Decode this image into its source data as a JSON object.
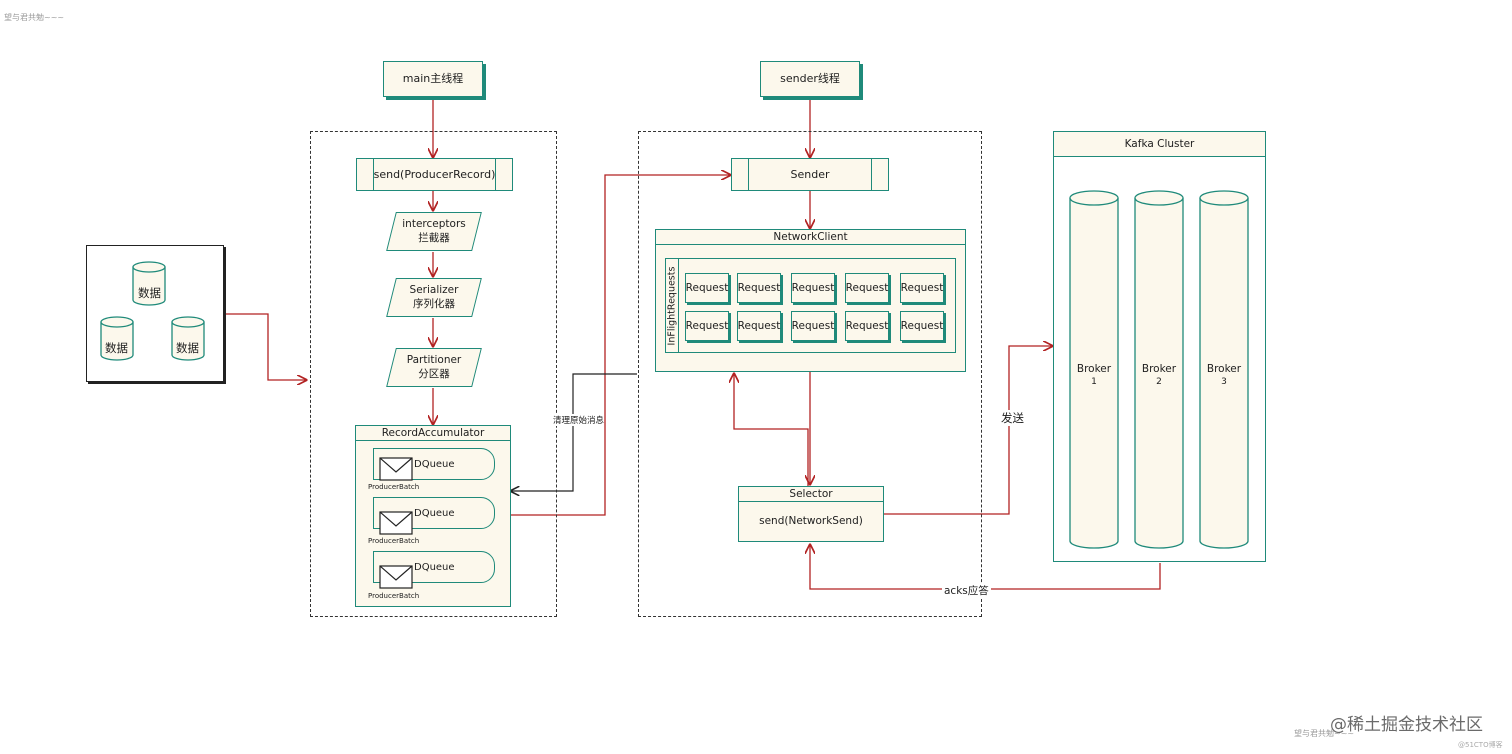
{
  "watermark_top": "望与君共勉~~~",
  "watermark_bottom": "望与君共勉~~~",
  "footer_brand": "@稀土掘金技术社区",
  "footer_small": "@51CTO博客",
  "data_sources": [
    "数据",
    "数据",
    "数据"
  ],
  "main_thread": "main主线程",
  "sender_thread": "sender线程",
  "send_method": "send(ProducerRecord)",
  "interceptors": "interceptors\n拦截器",
  "serializer": "Serializer\n序列化器",
  "partitioner": "Partitioner\n分区器",
  "record_accumulator": {
    "title": "RecordAccumulator",
    "queues": [
      {
        "label": "DQueue",
        "batch": "ProducerBatch"
      },
      {
        "label": "DQueue",
        "batch": "ProducerBatch"
      },
      {
        "label": "DQueue",
        "batch": "ProducerBatch"
      }
    ]
  },
  "clear_label": "清理原始消息",
  "sender": "Sender",
  "network_client": {
    "title": "NetworkClient",
    "inflight": "InFlightRequests",
    "requests": [
      "Request",
      "Request",
      "Request",
      "Request",
      "Request",
      "Request",
      "Request",
      "Request",
      "Request",
      "Request"
    ]
  },
  "selector": {
    "title": "Selector",
    "method": "send(NetworkSend)"
  },
  "send_label": "发送",
  "acks_label": "acks应答",
  "kafka_cluster": {
    "title": "Kafka Cluster",
    "brokers": [
      {
        "name": "Broker",
        "id": "1"
      },
      {
        "name": "Broker",
        "id": "2"
      },
      {
        "name": "Broker",
        "id": "3"
      }
    ]
  },
  "colors": {
    "teal": "#1f8a7a",
    "fill": "#fcf8ec",
    "arrow_red": "#b22222",
    "arrow_black": "#222222"
  }
}
